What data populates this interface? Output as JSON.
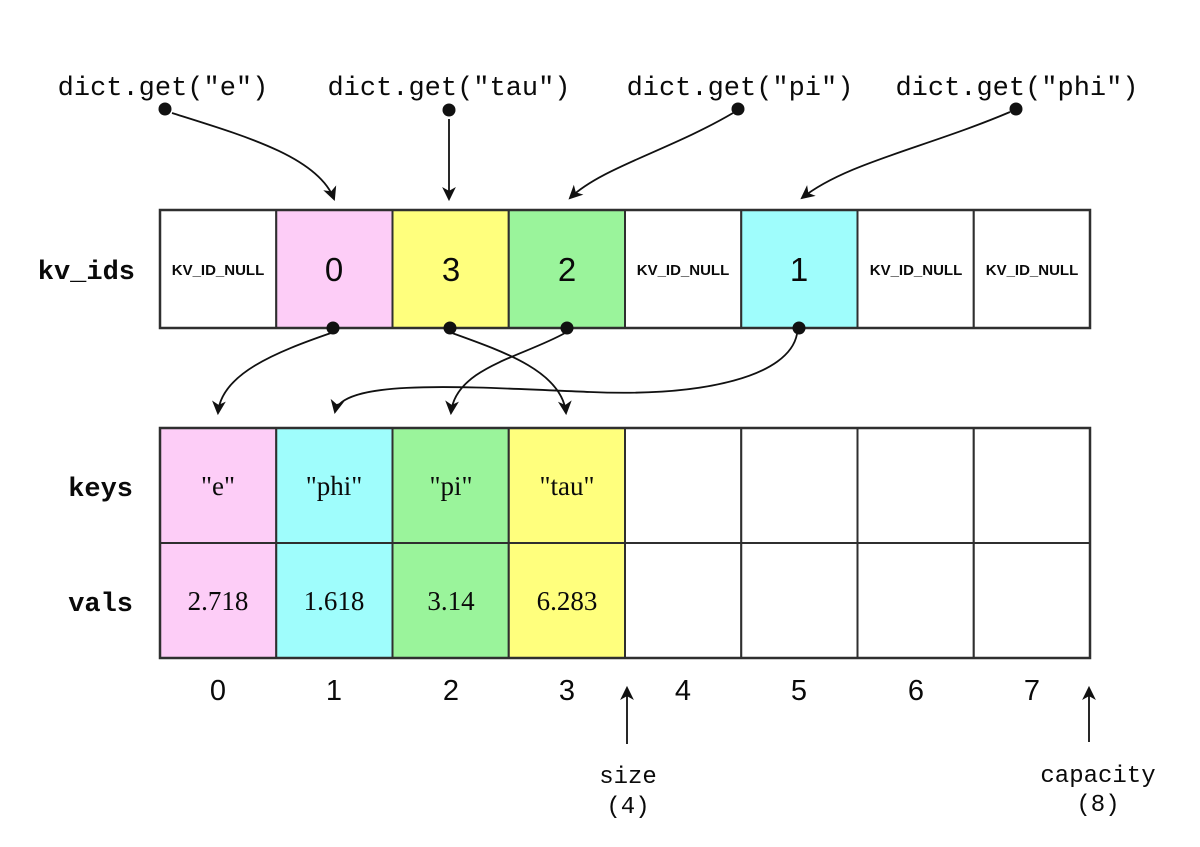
{
  "lookups": [
    {
      "label": "dict.get(\"e\")",
      "hashes_to_slot": 1
    },
    {
      "label": "dict.get(\"tau\")",
      "hashes_to_slot": 2
    },
    {
      "label": "dict.get(\"pi\")",
      "hashes_to_slot": 3
    },
    {
      "label": "dict.get(\"phi\")",
      "hashes_to_slot": 5
    }
  ],
  "kv_ids": {
    "label": "kv_ids",
    "cells": [
      {
        "value": "KV_ID_NULL",
        "color": "#ffffff"
      },
      {
        "value": "0",
        "color": "#fdcdf7",
        "points_to_key_index": 0
      },
      {
        "value": "3",
        "color": "#ffff7d",
        "points_to_key_index": 3
      },
      {
        "value": "2",
        "color": "#9af49b",
        "points_to_key_index": 2
      },
      {
        "value": "KV_ID_NULL",
        "color": "#ffffff"
      },
      {
        "value": "1",
        "color": "#9ffdfc",
        "points_to_key_index": 1
      },
      {
        "value": "KV_ID_NULL",
        "color": "#ffffff"
      },
      {
        "value": "KV_ID_NULL",
        "color": "#ffffff"
      }
    ]
  },
  "keys": {
    "label": "keys",
    "cells": [
      {
        "value": "\"e\"",
        "color": "#fdcdf7"
      },
      {
        "value": "\"phi\"",
        "color": "#9ffdfc"
      },
      {
        "value": "\"pi\"",
        "color": "#9af49b"
      },
      {
        "value": "\"tau\"",
        "color": "#ffff7d"
      },
      {
        "value": "",
        "color": "#ffffff"
      },
      {
        "value": "",
        "color": "#ffffff"
      },
      {
        "value": "",
        "color": "#ffffff"
      },
      {
        "value": "",
        "color": "#ffffff"
      }
    ]
  },
  "vals": {
    "label": "vals",
    "cells": [
      {
        "value": "2.718",
        "color": "#fdcdf7"
      },
      {
        "value": "1.618",
        "color": "#9ffdfc"
      },
      {
        "value": "3.14",
        "color": "#9af49b"
      },
      {
        "value": "6.283",
        "color": "#ffff7d"
      },
      {
        "value": "",
        "color": "#ffffff"
      },
      {
        "value": "",
        "color": "#ffffff"
      },
      {
        "value": "",
        "color": "#ffffff"
      },
      {
        "value": "",
        "color": "#ffffff"
      }
    ]
  },
  "indices": [
    "0",
    "1",
    "2",
    "3",
    "4",
    "5",
    "6",
    "7"
  ],
  "size": {
    "label": "size",
    "value": "(4)"
  },
  "capacity": {
    "label": "capacity",
    "value": "(8)"
  }
}
